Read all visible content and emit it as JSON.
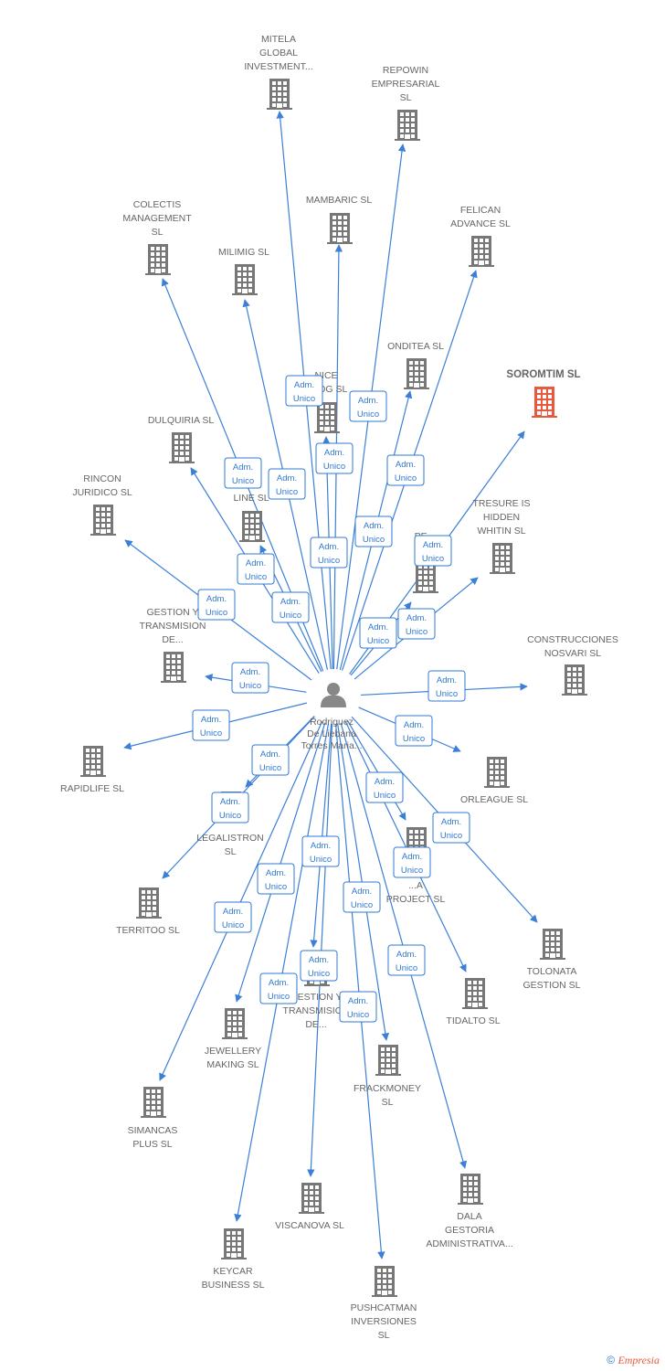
{
  "colors": {
    "edge": "#3b80d6",
    "building": "#777777",
    "highlight": "#e8593d",
    "label": "#666666"
  },
  "center": {
    "name_lines": [
      "Rodriguez",
      "De Liebana",
      "Torres Maria..."
    ],
    "icon": "person-icon"
  },
  "role_label": [
    "Adm.",
    "Unico"
  ],
  "companies": [
    {
      "id": "mitela",
      "lines": [
        "MITELA",
        "GLOBAL",
        "INVESTMENT..."
      ]
    },
    {
      "id": "repowin",
      "lines": [
        "REPOWIN",
        "EMPRESARIAL",
        "SL"
      ]
    },
    {
      "id": "mambaric",
      "lines": [
        "MAMBARIC  SL"
      ]
    },
    {
      "id": "felican",
      "lines": [
        "FELICAN",
        "ADVANCE  SL"
      ]
    },
    {
      "id": "colectis",
      "lines": [
        "COLECTIS",
        "MANAGEMENT",
        "SL"
      ]
    },
    {
      "id": "milimig",
      "lines": [
        "MILIMIG  SL"
      ]
    },
    {
      "id": "onditea",
      "lines": [
        "ONDITEA  SL"
      ]
    },
    {
      "id": "soromtim",
      "lines": [
        "SOROMTIM  SL"
      ],
      "highlight": true
    },
    {
      "id": "nice",
      "lines": [
        "NICE",
        "PROG  SL"
      ]
    },
    {
      "id": "dulquiria",
      "lines": [
        "DULQUIRIA  SL"
      ]
    },
    {
      "id": "rincon",
      "lines": [
        "RINCON",
        "JURIDICO SL"
      ]
    },
    {
      "id": "mline",
      "lines": [
        "M...",
        "LINE  SL"
      ]
    },
    {
      "id": "tresure",
      "lines": [
        "TRESURE IS",
        "HIDDEN",
        "WHITIN  SL"
      ]
    },
    {
      "id": "pefrro",
      "lines": [
        "PE...",
        "RI..."
      ]
    },
    {
      "id": "gestion1",
      "lines": [
        "GESTION Y",
        "TRANSMISION",
        "DE..."
      ]
    },
    {
      "id": "construcciones",
      "lines": [
        "CONSTRUCCIONES",
        "NOSVARI SL"
      ]
    },
    {
      "id": "rapidlife",
      "lines": [
        "RAPIDLIFE  SL"
      ]
    },
    {
      "id": "orleague",
      "lines": [
        "ORLEAGUE  SL"
      ]
    },
    {
      "id": "legalistron",
      "lines": [
        "LEGALISTRON",
        "SL"
      ]
    },
    {
      "id": "project",
      "lines": [
        "...A",
        "PROJECT  SL"
      ]
    },
    {
      "id": "territoo",
      "lines": [
        "TERRITOO  SL"
      ]
    },
    {
      "id": "tolonata",
      "lines": [
        "TOLONATA",
        "GESTION  SL"
      ]
    },
    {
      "id": "gestion2",
      "lines": [
        "GESTION Y",
        "TRANSMISION",
        "DE..."
      ]
    },
    {
      "id": "tidalto",
      "lines": [
        "TIDALTO  SL"
      ]
    },
    {
      "id": "jewellery",
      "lines": [
        "JEWELLERY",
        "MAKING  SL"
      ]
    },
    {
      "id": "frackmoney",
      "lines": [
        "FRACKMONEY",
        "SL"
      ]
    },
    {
      "id": "simancas",
      "lines": [
        "SIMANCAS",
        "PLUS  SL"
      ]
    },
    {
      "id": "viscanova",
      "lines": [
        "VISCANOVA  SL"
      ]
    },
    {
      "id": "dala",
      "lines": [
        "DALA",
        "GESTORIA",
        "ADMINISTRATIVA..."
      ]
    },
    {
      "id": "keycar",
      "lines": [
        "KEYCAR",
        "BUSINESS  SL"
      ]
    },
    {
      "id": "pushcatman",
      "lines": [
        "PUSHCATMAN",
        "INVERSIONES",
        "SL"
      ]
    }
  ],
  "footer": {
    "copyright": "©",
    "brand": "Empresia"
  }
}
